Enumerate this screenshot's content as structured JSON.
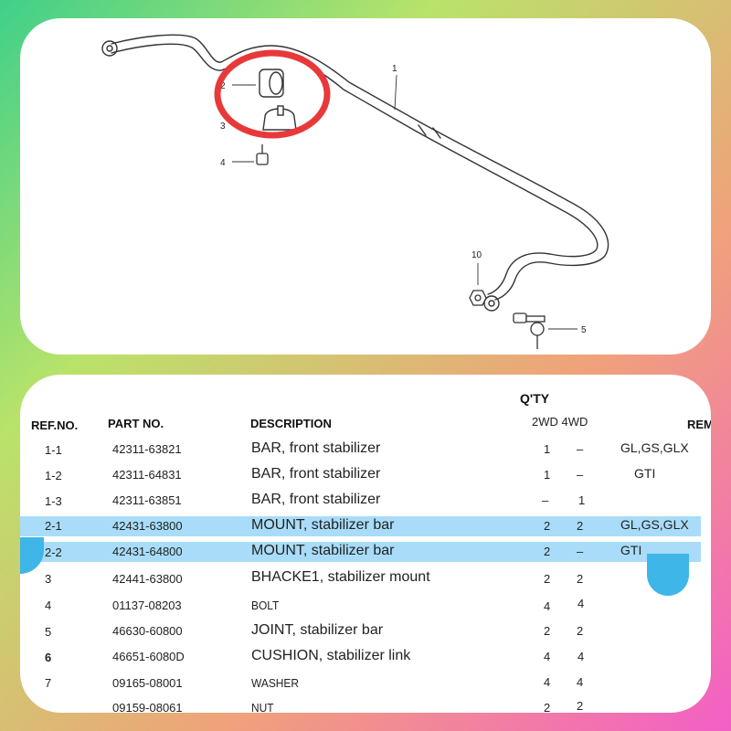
{
  "diagram": {
    "callouts": [
      "1",
      "2",
      "3",
      "4",
      "10",
      "5"
    ]
  },
  "table": {
    "qty_header": "Q'TY",
    "columns": {
      "ref": "REF.NO.",
      "part": "PART NO.",
      "desc": "DESCRIPTION",
      "qty": "2WD 4WD",
      "rem": "REM"
    },
    "rows": [
      {
        "ref": "1-1",
        "part": "42311-63821",
        "desc": "BAR, front stabilizer",
        "q2wd": "1",
        "q4wd": "–",
        "rem": "GL,GS,GLX"
      },
      {
        "ref": "1-2",
        "part": "42311-64831",
        "desc": "BAR, front stabilizer",
        "q2wd": "1",
        "q4wd": "–",
        "rem": "GTI"
      },
      {
        "ref": "1-3",
        "part": "42311-63851",
        "desc": "BAR, front stabilizer",
        "q2wd": "–",
        "q4wd": "1",
        "rem": ""
      },
      {
        "ref": "2-1",
        "part": "42431-63800",
        "desc": "MOUNT, stabilizer bar",
        "q2wd": "2",
        "q4wd": "2",
        "rem": "GL,GS,GLX"
      },
      {
        "ref": "2-2",
        "part": "42431-64800",
        "desc": "MOUNT, stabilizer bar",
        "q2wd": "2",
        "q4wd": "–",
        "rem": "GTI"
      },
      {
        "ref": "3",
        "part": "42441-63800",
        "desc": "BHACKE1, stabilizer mount",
        "q2wd": "2",
        "q4wd": "2",
        "rem": ""
      },
      {
        "ref": "4",
        "part": "01137-08203",
        "desc": "BOLT",
        "q2wd": "4",
        "q4wd": "4",
        "rem": ""
      },
      {
        "ref": "5",
        "part": "46630-60800",
        "desc": "JOINT, stabilizer bar",
        "q2wd": "2",
        "q4wd": "2",
        "rem": ""
      },
      {
        "ref": "6",
        "part": "46651-6080D",
        "desc": "CUSHION, stabilizer link",
        "q2wd": "4",
        "q4wd": "4",
        "rem": ""
      },
      {
        "ref": "7",
        "part": "09165-08001",
        "desc": "WASHER",
        "q2wd": "4",
        "q4wd": "4",
        "rem": ""
      },
      {
        "ref": "",
        "part": "09159-08061",
        "desc": "NUT",
        "q2wd": "2",
        "q4wd": "2",
        "rem": ""
      }
    ]
  },
  "colors": {
    "highlight_row": "#a8dcf8",
    "highlight_dot": "#3fb6e8",
    "callout_circle": "#e8393a"
  }
}
